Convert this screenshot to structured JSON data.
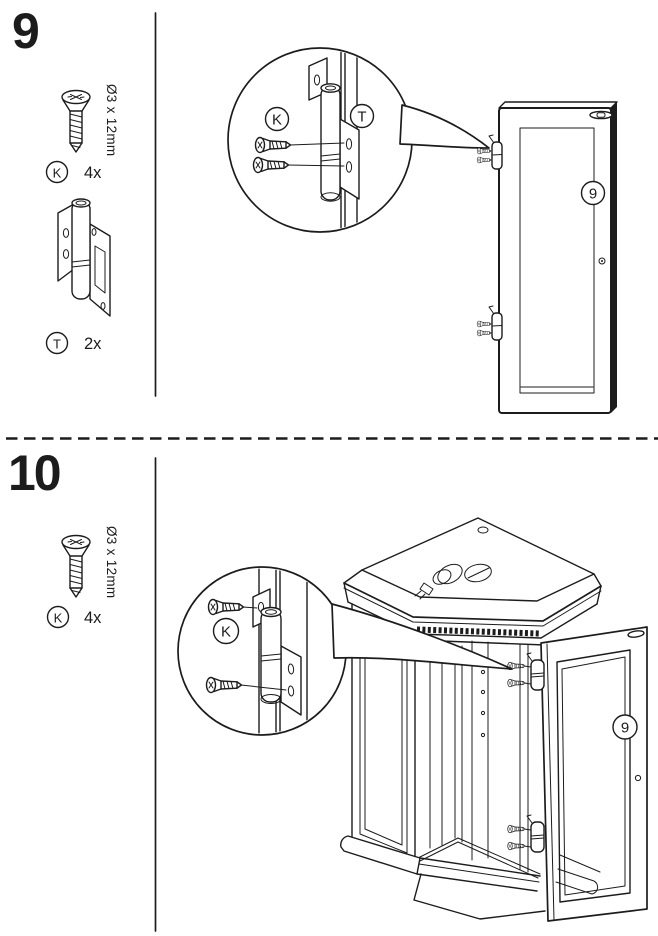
{
  "colors": {
    "ink": "#1c1c1c",
    "paper": "#ffffff"
  },
  "step9": {
    "number": "9",
    "screw": {
      "size_label": "Ø3 x 12mm",
      "part_key": "K",
      "quantity": "4x"
    },
    "hinge": {
      "part_key": "T",
      "quantity": "2x"
    },
    "callout": {
      "screw_key": "K",
      "hinge_key": "T"
    },
    "door": {
      "label": "9"
    }
  },
  "step10": {
    "number": "10",
    "screw": {
      "size_label": "Ø3 x 12mm",
      "part_key": "K",
      "quantity": "4x"
    },
    "callout": {
      "screw_key": "K"
    },
    "door": {
      "label": "9"
    }
  }
}
